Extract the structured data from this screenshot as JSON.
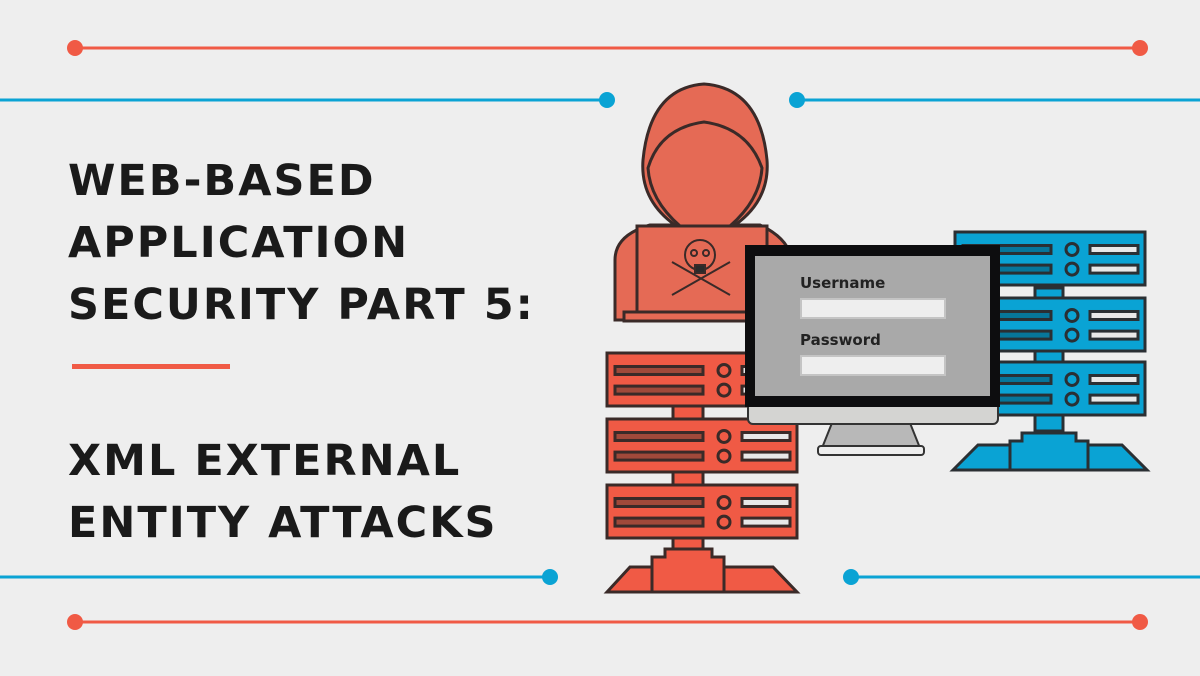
{
  "title": {
    "lines": [
      "WEB-BASED",
      "APPLICATION",
      "SECURITY PART 5:"
    ]
  },
  "subtitle": {
    "lines": [
      "XML EXTERNAL",
      "ENTITY ATTACKS"
    ]
  },
  "login_form": {
    "username_label": "Username",
    "username_value": "",
    "password_label": "Password",
    "password_value": ""
  },
  "colors": {
    "background": "#eeeeee",
    "red": "#f05a45",
    "blue": "#0aa3d4",
    "dark": "#2a2a2a"
  }
}
